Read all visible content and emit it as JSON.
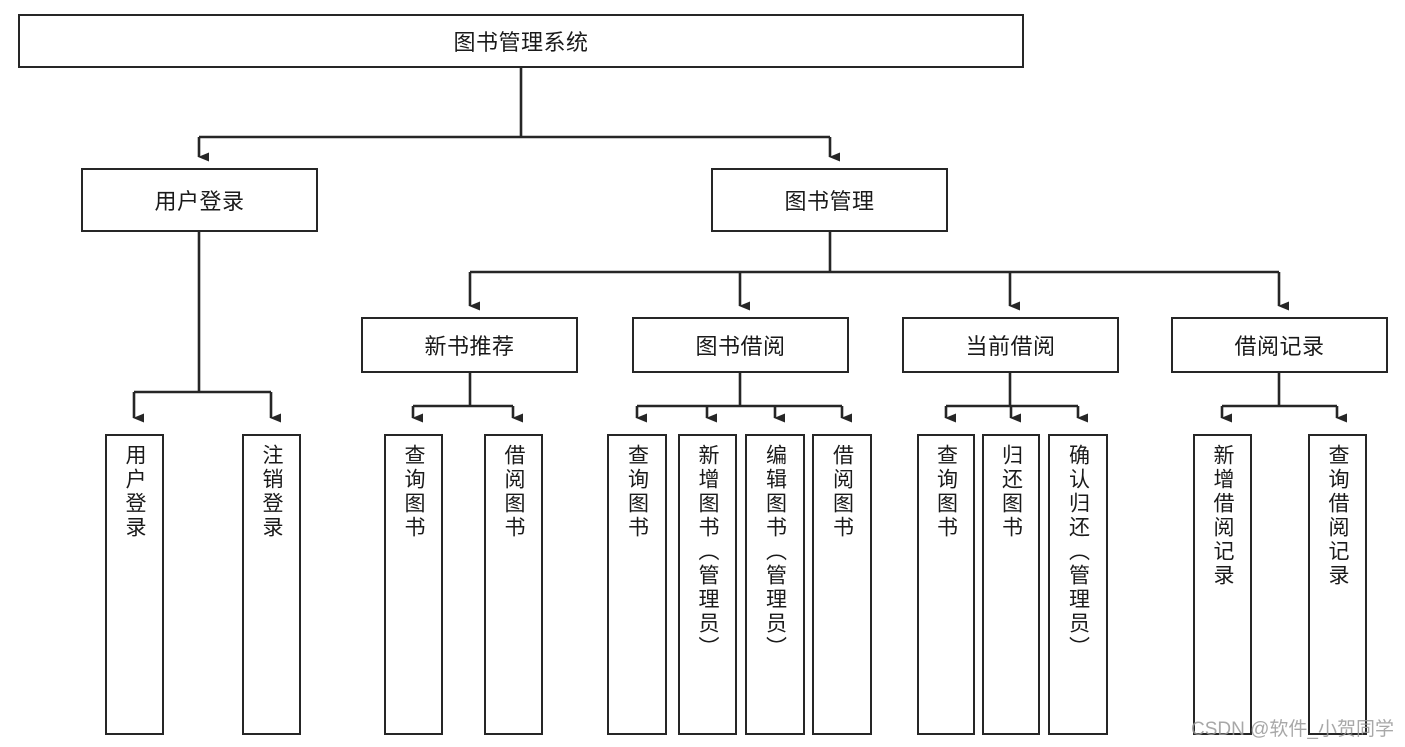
{
  "diagram": {
    "type": "tree-hierarchy",
    "orientation": "top-down",
    "title_text": "图书管理系统",
    "colors": {
      "box_stroke": "#262626",
      "box_fill": "#ffffff",
      "edge_stroke": "#262626",
      "text": "#1a1a1a",
      "watermark": "#9a9a9a"
    },
    "levels": {
      "level0": "root",
      "level1": "modules",
      "level2": "submodules",
      "level3": "functions"
    }
  },
  "root": {
    "label": "图书管理系统"
  },
  "modules": [
    {
      "label": "用户登录"
    },
    {
      "label": "图书管理"
    }
  ],
  "submodules": [
    {
      "label": "新书推荐"
    },
    {
      "label": "图书借阅"
    },
    {
      "label": "当前借阅"
    },
    {
      "label": "借阅记录"
    }
  ],
  "leaves": {
    "user_login": [
      {
        "label": "用户登录"
      },
      {
        "label": "注销登录"
      }
    ],
    "new_book_recommend": [
      {
        "label": "查询图书"
      },
      {
        "label": "借阅图书"
      }
    ],
    "book_borrow": [
      {
        "label": "查询图书"
      },
      {
        "label": "新增图书（管理员）"
      },
      {
        "label": "编辑图书（管理员）"
      },
      {
        "label": "借阅图书"
      }
    ],
    "current_borrow": [
      {
        "label": "查询图书"
      },
      {
        "label": "归还图书"
      },
      {
        "label": "确认归还（管理员）"
      }
    ],
    "borrow_record": [
      {
        "label": "新增借阅记录"
      },
      {
        "label": "查询借阅记录"
      }
    ]
  },
  "watermark": {
    "text": "CSDN @软件_小贺同学"
  }
}
